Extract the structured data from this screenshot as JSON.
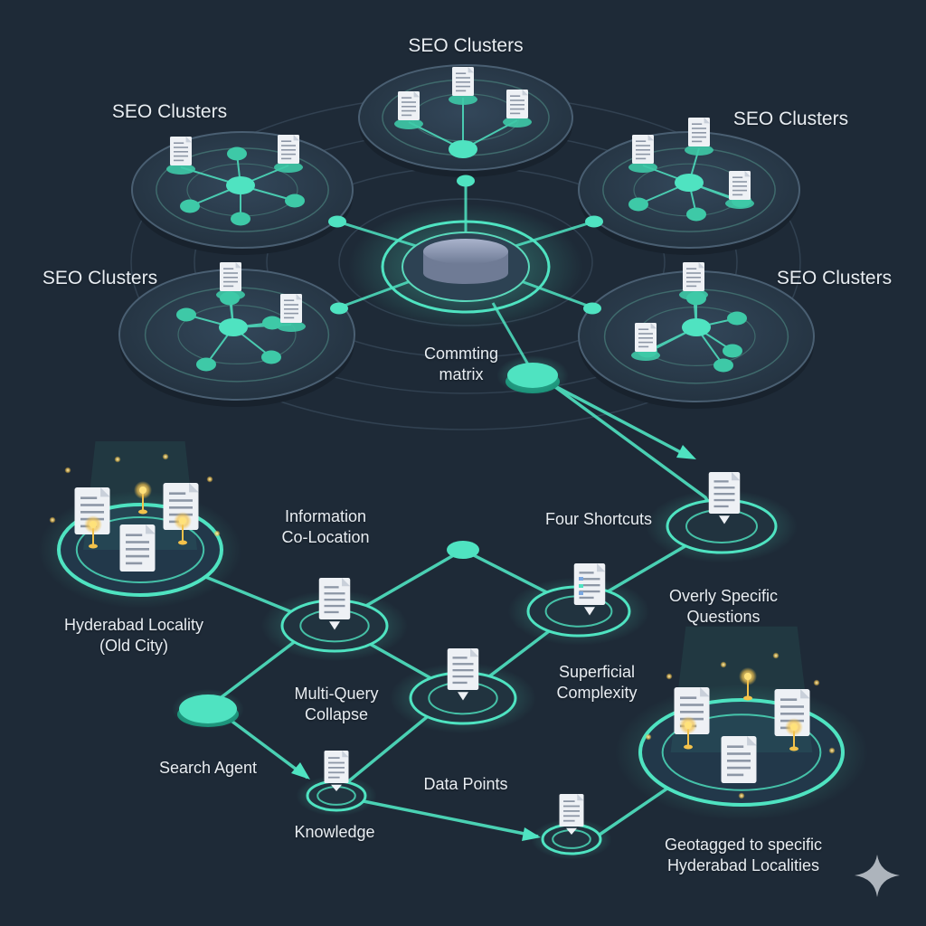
{
  "labels": {
    "seo_top": "SEO Clusters",
    "seo_upper_left": "SEO Clusters",
    "seo_upper_right": "SEO Clusters",
    "seo_mid_left": "SEO Clusters",
    "seo_mid_right": "SEO Clusters",
    "commting_line1": "Commting",
    "commting_line2": "matrix",
    "info_line1": "Information",
    "info_line2": "Co-Location",
    "four_shortcuts": "Four Shortcuts",
    "overly_line1": "Overly Specific",
    "overly_line2": "Questions",
    "hyd_line1": "Hyderabad Locality",
    "hyd_line2": "(Old City)",
    "multi_line1": "Multi-Query",
    "multi_line2": "Collapse",
    "superficial_line1": "Superficial",
    "superficial_line2": "Complexity",
    "search_agent": "Search Agent",
    "data_points": "Data Points",
    "knowledge": "Knowledge",
    "geo_line1": "Geotagged to specific",
    "geo_line2": "Hyderabad Localities"
  },
  "colors": {
    "background": "#1e2a37",
    "accent": "#4fe3c1",
    "node": "#3ec9a7",
    "platform_fill": "#2a3948",
    "document": "#eef1f5",
    "hub": "#8e9ab5",
    "glow_yellow": "#f3c24a"
  }
}
